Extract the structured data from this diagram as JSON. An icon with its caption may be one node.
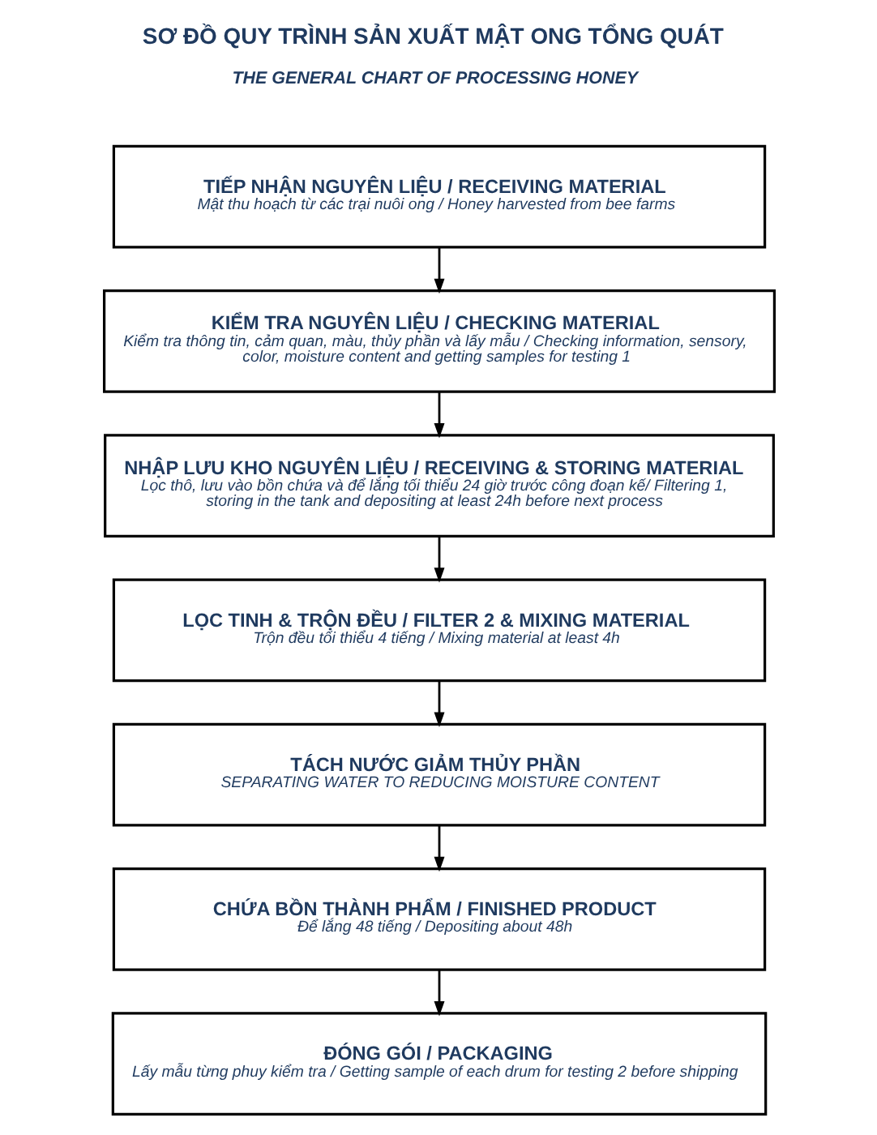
{
  "diagram": {
    "title": "SƠ ĐỒ QUY TRÌNH SẢN XUẤT MẬT ONG TỔNG QUÁT",
    "nodes": [
      {
        "text": [
          "TIẾP NHẬN NGUYÊN LIỆU / RECEIVING MATERIAL",
          "Mật thu hoạch từ các trại nuôi ong / Honey harvested from bee farms"
        ]
      },
      {
        "text": [
          "KIỂM TRA NGUYÊN LIỆU / CHECKING MATERIAL",
          "Kiểm tra thông tin, cảm quan, màu, thủy phần và lấy mẫu / Checking information, sensory, color, moisture content and getting samples for testing 1"
        ]
      },
      {
        "text": [
          "NHẬP LƯU KHO NGUYÊN LIỆU / RECEIVING & STORING MATERIAL",
          "Lọc thô, lưu vào bồn chứa và để lắng tối thiểu 24 giờ trước công đoạn kế/ Filtering 1, storing in the tank and depositing at least 24h before next process"
        ]
      },
      {
        "text": [
          "LỌC TINH & TRỘN ĐỀU / FILTER 2 & MIXING MATERIAL",
          "Trộn đều tối thiểu 4 tiếng / Mixing material at least 4h"
        ]
      },
      {
        "text": [
          "TÁCH NƯỚC GIẢM THỦY PHẦN",
          "SEPARATING WATER TO REDUCING MOISTURE CONTENT"
        ]
      },
      {
        "text": [
          "CHỨA BỒN THÀNH PHẨM / FINISHED PRODUCT",
          "Để lắng 48 tiếng / Depositing about 48h"
        ]
      },
      {
        "text": [
          "ĐÓNG GÓI / PACKAGING",
          "Lấy mẫu từng phuy kiểm tra / Getting sample of each drum for testing 2 before shipping"
        ]
      }
    ],
    "edges": [
      {
        "from": 0,
        "to": 1,
        "arrow": "to"
      },
      {
        "from": 1,
        "to": 2,
        "arrow": "to"
      },
      {
        "from": 2,
        "to": 3,
        "arrow": "to"
      },
      {
        "from": 3,
        "to": 4,
        "arrow": "to"
      },
      {
        "from": 4,
        "to": 5,
        "arrow": "to"
      },
      {
        "from": 5,
        "to": 6,
        "arrow": "to"
      }
    ],
    "labels": [
      "THE GENERAL CHART OF PROCESSING HONEY"
    ]
  }
}
